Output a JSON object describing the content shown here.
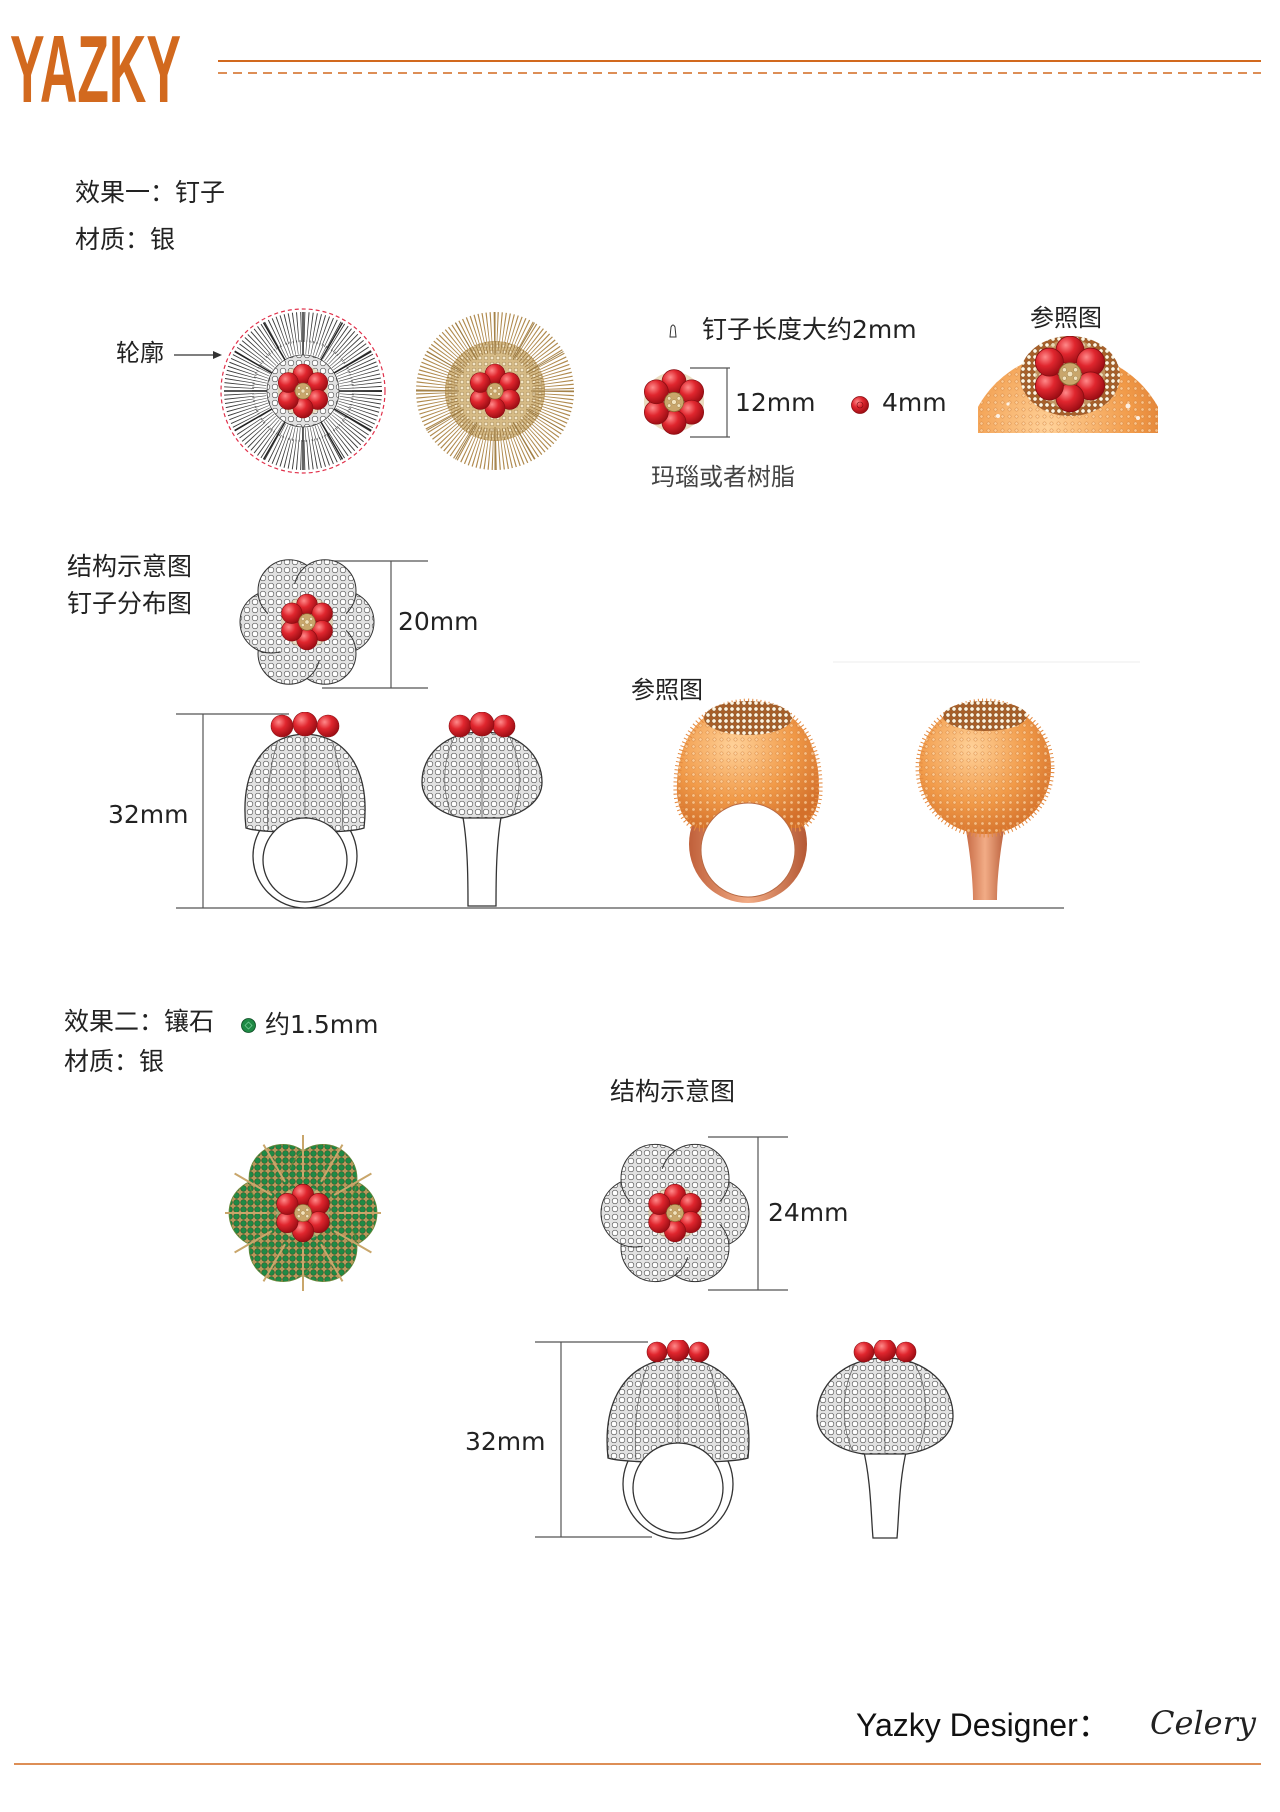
{
  "header": {
    "logo": "YAZKY"
  },
  "effect1": {
    "title": "效果一：钉子",
    "material": "材质：银",
    "outline_label": "轮廓",
    "nail_length": "钉子长度大约2mm",
    "flower_size": "12mm",
    "bead_size": "4mm",
    "bead_material": "玛瑙或者树脂",
    "reference_label": "参照图",
    "structure_label": "结构示意图",
    "distribution_label": "钉子分布图",
    "top_diameter": "20mm",
    "reference_label_2": "参照图",
    "height": "32mm"
  },
  "effect2": {
    "title": "效果二：镶石",
    "stone_size": "约1.5mm",
    "material": "材质：银",
    "structure_label": "结构示意图",
    "top_diameter": "24mm",
    "height": "32mm"
  },
  "footer": {
    "designer_label": "Yazky Designer：",
    "designer_name": "Celery"
  },
  "colors": {
    "brand_orange": "#D2691E",
    "bead_red": "#D42A2E",
    "stone_green": "#1F8A45",
    "gold": "#C9A66B"
  },
  "icons": [
    "nail-icon",
    "bead-icon",
    "stone-icon",
    "arrow-icon"
  ]
}
